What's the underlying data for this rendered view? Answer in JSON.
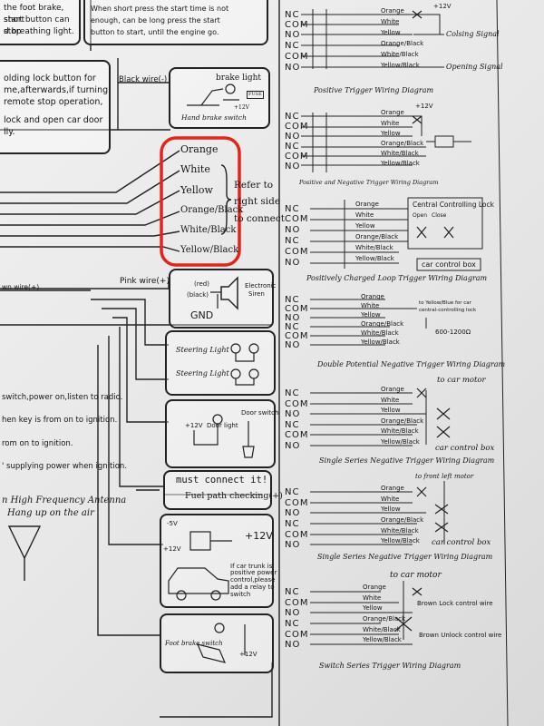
{
  "top_notes": {
    "left": [
      "the foot brake, short",
      "start button can stop",
      "d breathing light."
    ],
    "middle": [
      "When short press the start time is not",
      "enough, can be long press the start",
      "button to start, until the engine go."
    ]
  },
  "left_notes": {
    "lock": [
      "olding lock button for",
      "me,afterwards,if turning",
      "remote stop operation,",
      "",
      "lock and open car door",
      "lly."
    ],
    "radio": [
      "switch,power on,listen to radio.",
      "hen key is from on to ignition.",
      "rom on to ignition.",
      "' supplying power when ignition."
    ],
    "antenna": [
      "n High Frequency Antenna",
      "Hang up on the air"
    ]
  },
  "brake_light": {
    "wire": "Black wire(-)",
    "label": "brake light",
    "switch": "Hand brake switch",
    "plus": "+12V",
    "fuse": "FUSE"
  },
  "output_wires": [
    "Orange",
    "White",
    "Yellow",
    "Orange/Black",
    "White/Black",
    "Yellow/Black"
  ],
  "refer_note": [
    "Refer to",
    "right side",
    "to connect"
  ],
  "siren": {
    "wire": "Pink wire(+)",
    "red": "(red)",
    "black": "(black)",
    "label": [
      "Electronic",
      "Siren"
    ],
    "gnd": "GND",
    "left_wire": "wn wire(+)"
  },
  "steering": {
    "label1": "Steering Light",
    "label2": "Steering Light"
  },
  "door": {
    "switch": "Door switch",
    "light": "Door light",
    "plus": "+12V"
  },
  "fuel": {
    "must": "must connect it!",
    "check": "Fuel path checking(+)"
  },
  "trunk": {
    "plus": "+12V",
    "plus2": "+12V",
    "neg": "-5V",
    "note": [
      "If car trunk is",
      "positive power",
      "control,please",
      "add a relay to",
      "switch"
    ]
  },
  "foot_brake": {
    "label": "Foot brake switch",
    "plus": "+12V"
  },
  "pins": [
    "NC",
    "COM",
    "NO",
    "NC",
    "COM",
    "NO"
  ],
  "colors_short": [
    "Orange",
    "White",
    "Yellow",
    "Orange/Black",
    "White/Black",
    "Yellow/Black"
  ],
  "diagrams": {
    "d1": {
      "plus": "+12V",
      "sig1": "Colsing Signal",
      "sig2": "Opening Signal",
      "caption": "Positive Trigger Wiring Diagram"
    },
    "d2": {
      "plus": "+12V",
      "caption": "Positive and Negative Trigger Wiring Diagram"
    },
    "d3": {
      "box": "Central Controlling Lock",
      "open": "Open",
      "close": "Close",
      "car": "car control box",
      "caption": "Positively Charged Loop Trigger Wiring Diagram"
    },
    "d4": {
      "note": [
        "to Yellow/Blue for car",
        "central-controlling lock"
      ],
      "ohm": "600-1200Ω",
      "caption": "Double Potential Negative Trigger Wiring Diagram"
    },
    "d5": {
      "motor": "to car motor",
      "car": "car control box",
      "caption": "Single Series Negative Trigger Wiring Diagram"
    },
    "d6": {
      "motor": "to front left motor",
      "car": "car control box",
      "caption": "Single Series Negative Trigger Wiring Diagram"
    },
    "d7": {
      "motor": "to car motor",
      "w1": "Brown Lock control wire",
      "w2": "Brown Unlock control wire",
      "caption": "Switch Series Trigger Wiring Diagram"
    }
  },
  "accent": "#e1251b"
}
